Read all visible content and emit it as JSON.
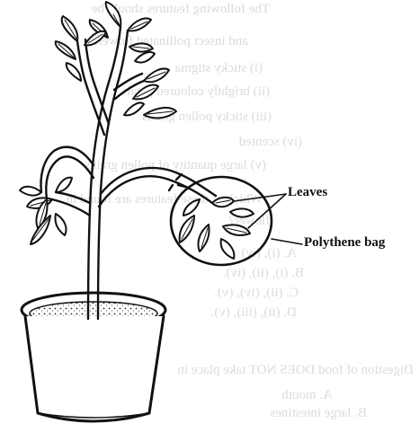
{
  "labels": {
    "leaves": "Leaves",
    "bag": "Polythene bag"
  },
  "bleed_through": {
    "lines": [
      "The following features should be",
      "and insect pollinated flowers",
      "(i) sticky stigma",
      "(ii) brightly coloured petals",
      "(iii) sticky pollen grains",
      "(iv) scented",
      "(v) large quantity of pollen grains",
      "Which of these features are found in",
      "flower?",
      "A. (i), (iv)",
      "B. (i), (ii), (iv).",
      "C. (ii), (iv), (v).",
      "D. (ii), (iii), (v).",
      "Digestion of food DOES NOT take place in",
      "A. mouth",
      "B. large intestines"
    ]
  },
  "colors": {
    "ink": "#111111",
    "paper": "#ffffff"
  }
}
